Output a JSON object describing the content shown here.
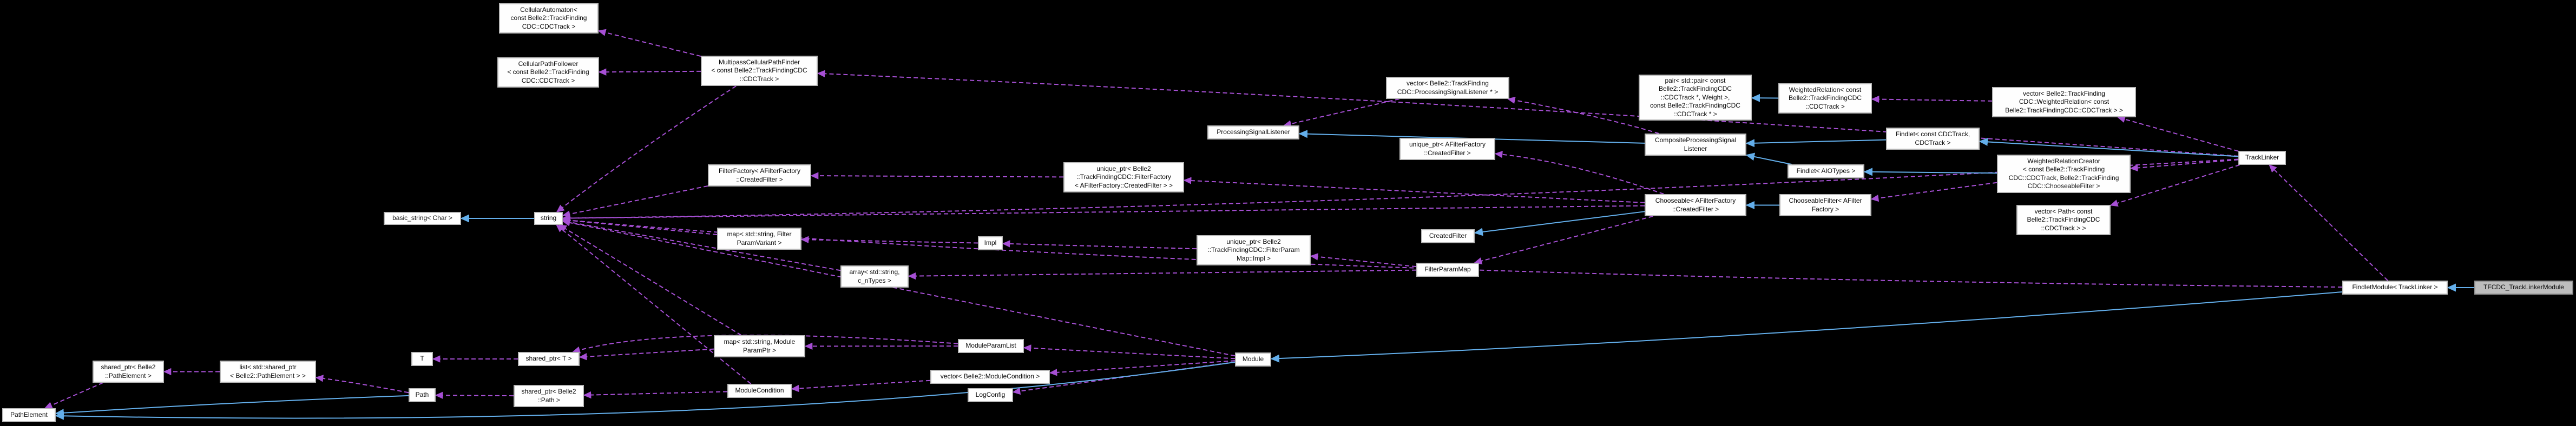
{
  "diagram": {
    "title": "TFCDC_TrackLinkerModule collaboration graph",
    "background_color": "#000000",
    "node_fill": "#fefefe",
    "node_border": "#b9b9b9",
    "highlight_fill": "#bdbdbd",
    "highlight_border": "#8f8f8f",
    "usage_edge_color": "#a64fd4",
    "inheritance_edge_color": "#63aeea",
    "text_color": "#0a0a0a"
  },
  "nodes": [
    {
      "id": "cellular-automaton",
      "label": "CellularAutomaton<\nconst Belle2::TrackFinding\nCDC::CDCTrack >"
    },
    {
      "id": "cellular-path-follower",
      "label": "CellularPathFollower\n< const Belle2::TrackFinding\nCDC::CDCTrack >"
    },
    {
      "id": "multipass",
      "label": "MultipassCellularPathFinder\n< const Belle2::TrackFindingCDC\n::CDCTrack >"
    },
    {
      "id": "psl",
      "label": "ProcessingSignalListener"
    },
    {
      "id": "vector-psl",
      "label": "vector< Belle2::TrackFinding\nCDC::ProcessingSignalListener * >"
    },
    {
      "id": "pair",
      "label": "pair< std::pair< const\nBelle2::TrackFindingCDC\n::CDCTrack *, Weight >,\nconst Belle2::TrackFindingCDC\n::CDCTrack * >"
    },
    {
      "id": "weighted-relation",
      "label": "WeightedRelation< const\nBelle2::TrackFindingCDC\n::CDCTrack >"
    },
    {
      "id": "vector-weighted-relation",
      "label": "vector< Belle2::TrackFinding\nCDC::WeightedRelation< const\nBelle2::TrackFindingCDC::CDCTrack > >"
    },
    {
      "id": "track-linker",
      "label": "TrackLinker"
    },
    {
      "id": "composite-psl",
      "label": "CompositeProcessingSignal\nListener"
    },
    {
      "id": "findlet-cdctrack",
      "label": "Findlet< const CDCTrack,\nCDCTrack >"
    },
    {
      "id": "unique-ptr-created-filter",
      "label": "unique_ptr< AFilterFactory\n::CreatedFilter >"
    },
    {
      "id": "findlet-aiotypes",
      "label": "Findlet< AIOTypes >"
    },
    {
      "id": "weighted-relation-creator",
      "label": "WeightedRelationCreator\n< const Belle2::TrackFinding\nCDC::CDCTrack, Belle2::TrackFinding\nCDC::ChooseableFilter >"
    },
    {
      "id": "vector-path",
      "label": "vector< Path< const\nBelle2::TrackFindingCDC\n::CDCTrack > >"
    },
    {
      "id": "filter-factory",
      "label": "FilterFactory< AFilterFactory\n::CreatedFilter >"
    },
    {
      "id": "unique-ptr-filter-factory",
      "label": "unique_ptr< Belle2\n::TrackFindingCDC::FilterFactory\n< AFilterFactory::CreatedFilter > >"
    },
    {
      "id": "chooseable",
      "label": "Chooseable< AFilterFactory\n::CreatedFilter >"
    },
    {
      "id": "chooseable-filter",
      "label": "ChooseableFilter< AFilter\nFactory >"
    },
    {
      "id": "basic-string",
      "label": "basic_string< Char >"
    },
    {
      "id": "string",
      "label": "string"
    },
    {
      "id": "map-filter-param",
      "label": "map< std::string, Filter\nParamVariant >"
    },
    {
      "id": "impl",
      "label": "Impl"
    },
    {
      "id": "array-string",
      "label": "array< std::string,\nc_nTypes >"
    },
    {
      "id": "unique-ptr-fpm-impl",
      "label": "unique_ptr< Belle2\n::TrackFindingCDC::FilterParam\nMap::Impl >"
    },
    {
      "id": "created-filter",
      "label": "CreatedFilter"
    },
    {
      "id": "filter-param-map",
      "label": "FilterParamMap"
    },
    {
      "id": "findlet-module",
      "label": "FindletModule< TrackLinker >"
    },
    {
      "id": "tfcdc",
      "label": "TFCDC_TrackLinkerModule",
      "highlighted": true
    },
    {
      "id": "module",
      "label": "Module"
    },
    {
      "id": "module-param-list",
      "label": "ModuleParamList"
    },
    {
      "id": "map-module-param",
      "label": "map< std::string, Module\nParamPtr >"
    },
    {
      "id": "module-condition",
      "label": "ModuleCondition"
    },
    {
      "id": "vector-module-condition",
      "label": "vector< Belle2::ModuleCondition >"
    },
    {
      "id": "log-config",
      "label": "LogConfig"
    },
    {
      "id": "shared-ptr-path-element",
      "label": "shared_ptr< Belle2\n::PathElement >"
    },
    {
      "id": "list-shared-ptr",
      "label": "list< std::shared_ptr\n< Belle2::PathElement > >"
    },
    {
      "id": "path-element",
      "label": "PathElement"
    },
    {
      "id": "t",
      "label": "T"
    },
    {
      "id": "shared-ptr-t",
      "label": "shared_ptr< T >"
    },
    {
      "id": "path",
      "label": "Path"
    },
    {
      "id": "shared-ptr-path",
      "label": "shared_ptr< Belle2\n::Path >"
    }
  ],
  "edges": [
    {
      "from": "multipass",
      "to": "cellular-automaton",
      "kind": "usage"
    },
    {
      "from": "multipass",
      "to": "cellular-path-follower",
      "kind": "usage"
    },
    {
      "from": "track-linker",
      "to": "multipass",
      "kind": "usage"
    },
    {
      "from": "multipass",
      "to": "string",
      "kind": "usage"
    },
    {
      "from": "vector-psl",
      "to": "psl",
      "kind": "usage"
    },
    {
      "from": "composite-psl",
      "to": "vector-psl",
      "kind": "usage"
    },
    {
      "from": "vector-weighted-relation",
      "to": "weighted-relation",
      "kind": "usage"
    },
    {
      "from": "track-linker",
      "to": "vector-weighted-relation",
      "kind": "usage"
    },
    {
      "from": "track-linker",
      "to": "weighted-relation-creator",
      "kind": "usage"
    },
    {
      "from": "track-linker",
      "to": "vector-path",
      "kind": "usage"
    },
    {
      "from": "track-linker",
      "to": "string",
      "kind": "usage"
    },
    {
      "from": "weighted-relation-creator",
      "to": "chooseable-filter",
      "kind": "usage"
    },
    {
      "from": "chooseable",
      "to": "unique-ptr-created-filter",
      "kind": "usage"
    },
    {
      "from": "chooseable",
      "to": "unique-ptr-filter-factory",
      "kind": "usage"
    },
    {
      "from": "chooseable",
      "to": "filter-param-map",
      "kind": "usage"
    },
    {
      "from": "chooseable",
      "to": "string",
      "kind": "usage"
    },
    {
      "from": "unique-ptr-filter-factory",
      "to": "filter-factory",
      "kind": "usage"
    },
    {
      "from": "filter-factory",
      "to": "string",
      "kind": "usage"
    },
    {
      "from": "unique-ptr-fpm-impl",
      "to": "impl",
      "kind": "usage"
    },
    {
      "from": "impl",
      "to": "map-filter-param",
      "kind": "usage"
    },
    {
      "from": "map-filter-param",
      "to": "string",
      "kind": "usage"
    },
    {
      "from": "filter-param-map",
      "to": "unique-ptr-fpm-impl",
      "kind": "usage"
    },
    {
      "from": "filter-param-map",
      "to": "array-string",
      "kind": "usage"
    },
    {
      "from": "array-string",
      "to": "string",
      "kind": "usage"
    },
    {
      "from": "findlet-module",
      "to": "string",
      "kind": "usage"
    },
    {
      "from": "findlet-module",
      "to": "track-linker",
      "kind": "usage"
    },
    {
      "from": "module",
      "to": "module-param-list",
      "kind": "usage"
    },
    {
      "from": "module",
      "to": "vector-module-condition",
      "kind": "usage"
    },
    {
      "from": "module",
      "to": "log-config",
      "kind": "usage"
    },
    {
      "from": "module",
      "to": "string",
      "kind": "usage"
    },
    {
      "from": "vector-module-condition",
      "to": "module-condition",
      "kind": "usage"
    },
    {
      "from": "module-param-list",
      "to": "map-module-param",
      "kind": "usage"
    },
    {
      "from": "module-param-list",
      "to": "shared-ptr-t",
      "kind": "usage"
    },
    {
      "from": "map-module-param",
      "to": "shared-ptr-t",
      "kind": "usage"
    },
    {
      "from": "map-module-param",
      "to": "string",
      "kind": "usage"
    },
    {
      "from": "shared-ptr-t",
      "to": "t",
      "kind": "usage"
    },
    {
      "from": "module-condition",
      "to": "shared-ptr-path",
      "kind": "usage"
    },
    {
      "from": "module-condition",
      "to": "string",
      "kind": "usage"
    },
    {
      "from": "shared-ptr-path",
      "to": "path",
      "kind": "usage"
    },
    {
      "from": "path",
      "to": "list-shared-ptr",
      "kind": "usage"
    },
    {
      "from": "list-shared-ptr",
      "to": "shared-ptr-path-element",
      "kind": "usage"
    },
    {
      "from": "shared-ptr-path-element",
      "to": "path-element",
      "kind": "usage"
    },
    {
      "from": "string",
      "to": "basic-string",
      "kind": "inheritance"
    },
    {
      "from": "weighted-relation",
      "to": "pair",
      "kind": "inheritance"
    },
    {
      "from": "composite-psl",
      "to": "psl",
      "kind": "inheritance"
    },
    {
      "from": "findlet-cdctrack",
      "to": "composite-psl",
      "kind": "inheritance"
    },
    {
      "from": "findlet-aiotypes",
      "to": "composite-psl",
      "kind": "inheritance"
    },
    {
      "from": "track-linker",
      "to": "findlet-cdctrack",
      "kind": "inheritance"
    },
    {
      "from": "weighted-relation-creator",
      "to": "findlet-aiotypes",
      "kind": "inheritance"
    },
    {
      "from": "chooseable-filter",
      "to": "chooseable",
      "kind": "inheritance"
    },
    {
      "from": "chooseable",
      "to": "created-filter",
      "kind": "inheritance"
    },
    {
      "from": "tfcdc",
      "to": "findlet-module",
      "kind": "inheritance"
    },
    {
      "from": "findlet-module",
      "to": "module",
      "kind": "inheritance"
    },
    {
      "from": "module",
      "to": "path-element",
      "kind": "inheritance"
    },
    {
      "from": "path",
      "to": "path-element",
      "kind": "inheritance"
    }
  ]
}
